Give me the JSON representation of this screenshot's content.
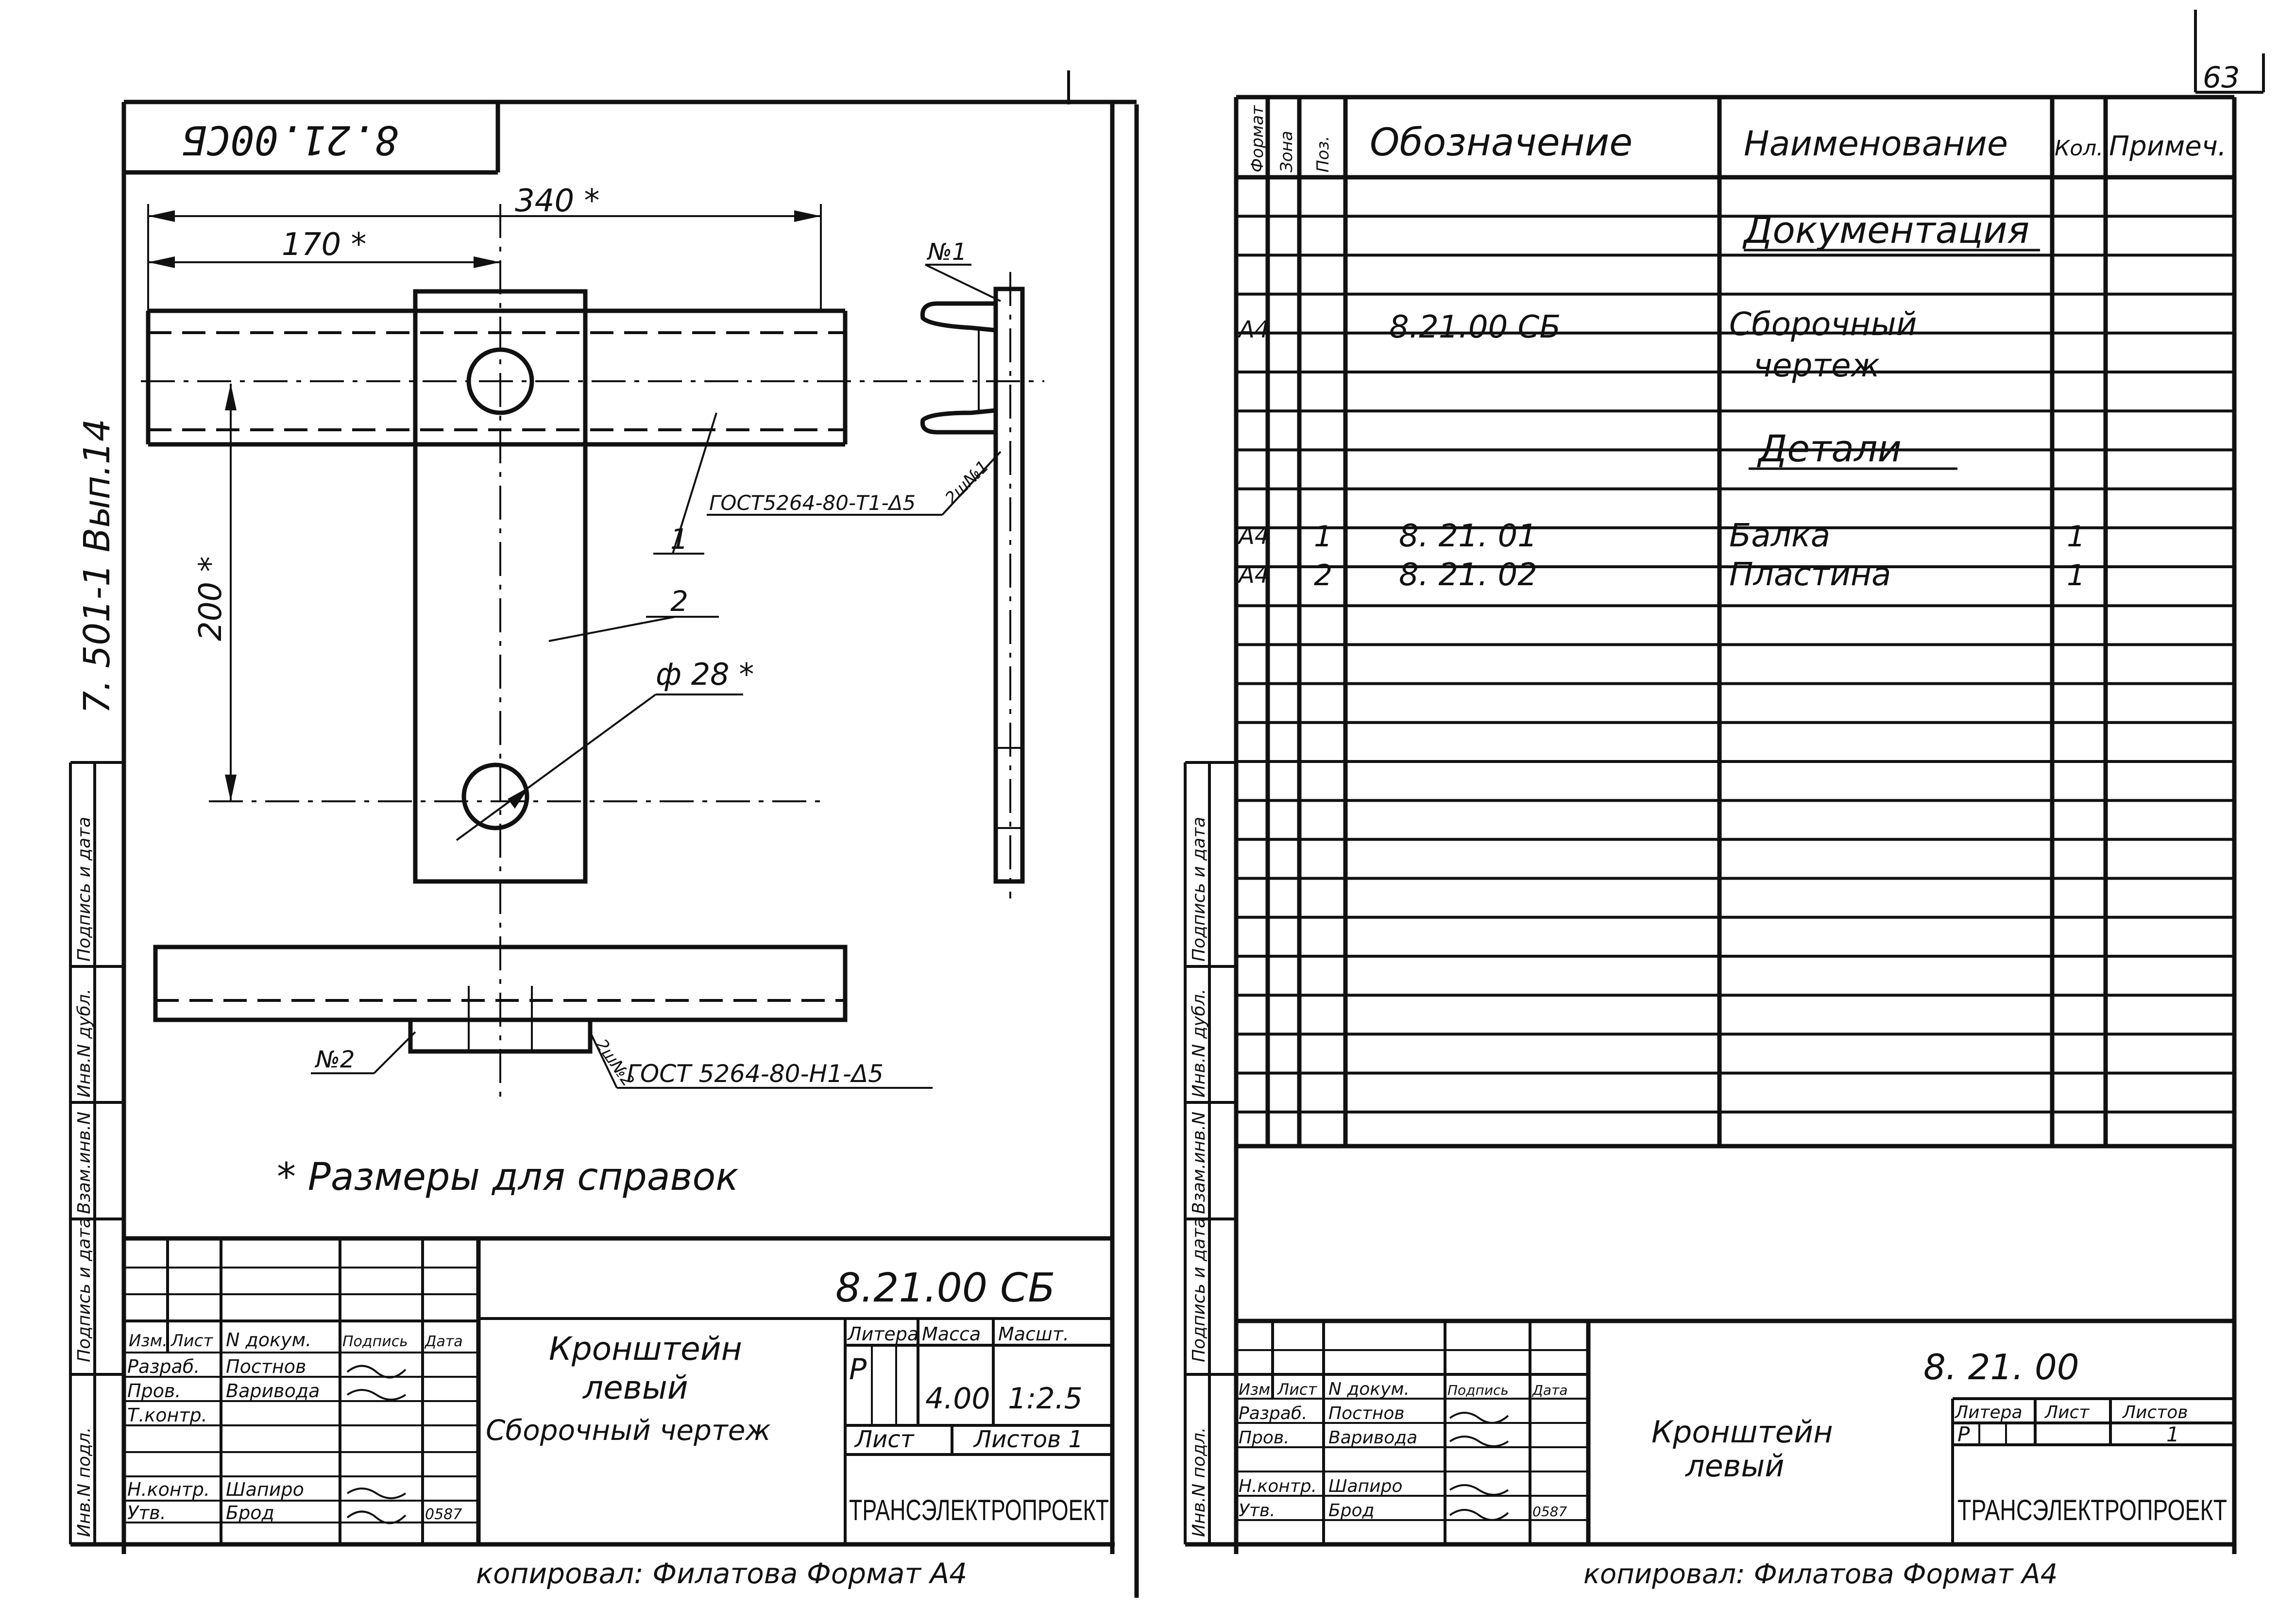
{
  "page_number": "63",
  "left_sheet": {
    "stamp_code": "8.21.00СБ",
    "side_series": "7. 501-1 Вып.14",
    "side_labels": [
      "Инв.N подл.",
      "Подпись и дата",
      "Взам.инв.N",
      "Инв.N дубл.",
      "Подпись и дата"
    ],
    "dimensions": {
      "overall_length": "340 *",
      "half_length": "170 *",
      "hole_spacing": "200 *",
      "hole_diameter": "ф 28 *"
    },
    "leaders": {
      "pos1": "1",
      "pos2": "2",
      "weld1_mark": "№1",
      "weld1_spec": "ГОСТ5264-80-Т1-Δ5",
      "weld1_extra": "2ш№1",
      "weld2_mark": "№2",
      "weld2_prefix": "2ш№2",
      "weld2_spec": "ГОСТ 5264-80-Н1-Δ5"
    },
    "reference_note": "* Размеры для справок",
    "title_block": {
      "designation": "8.21.00 СБ",
      "title_line1": "Кронштейн",
      "title_line2": "левый",
      "title_line3": "Сборочный чертеж",
      "head_izm": "Изм.",
      "head_list": "Лист",
      "head_ndoc": "N докум.",
      "head_sign": "Подпись",
      "head_date": "Дата",
      "roles": [
        "Разраб.",
        "Пров.",
        "Т.контр.",
        "",
        "Н.контр.",
        "Утв."
      ],
      "names": [
        "Постнов",
        "Варивода",
        "",
        "",
        "Шапиро",
        "Брод"
      ],
      "date_value": "0587",
      "head_litera": "Литера",
      "head_mass": "Масса",
      "head_scale": "Масшт.",
      "litera_value": "Р",
      "mass_value": "4.00",
      "scale_value": "1:2.5",
      "sheet_label": "Лист",
      "sheets_label": "Листов 1",
      "company": "ТРАНСЭЛЕКТРОПРОЕКТ"
    },
    "bottom_text": "копировал: Филатова  Формат А4"
  },
  "right_sheet": {
    "headers": {
      "format": "Формат",
      "zone": "Зона",
      "pos": "Поз.",
      "designation": "Обозначение",
      "name": "Наименование",
      "qty": "Кол.",
      "note": "Примеч."
    },
    "sections": {
      "documentation": "Документация",
      "details": "Детали"
    },
    "rows": [
      {
        "format": "А4",
        "pos": "",
        "designation": "8.21.00 СБ",
        "name": "Сборочный",
        "qty": ""
      },
      {
        "format": "",
        "pos": "",
        "designation": "",
        "name": "чертеж",
        "qty": ""
      },
      {
        "format": "А4",
        "pos": "1",
        "designation": "8. 21. 01",
        "name": "Балка",
        "qty": "1"
      },
      {
        "format": "А4",
        "pos": "2",
        "designation": "8. 21. 02",
        "name": "Пластина",
        "qty": "1"
      }
    ],
    "side_labels": [
      "Инв.N подл.",
      "Подпись и дата",
      "Взам.инв.N",
      "Инв.N дубл.",
      "Подпись и дата"
    ],
    "title_block": {
      "designation": "8. 21. 00",
      "title_line1": "Кронштейн",
      "title_line2": "левый",
      "head_izm": "Изм.",
      "head_list": "Лист",
      "head_ndoc": "N докум.",
      "head_sign": "Подпись",
      "head_date": "Дата",
      "roles": [
        "Разраб.",
        "Пров.",
        "",
        "Н.контр.",
        "Утв."
      ],
      "names": [
        "Постнов",
        "Варивода",
        "",
        "Шапиро",
        "Брод"
      ],
      "date_value": "0587",
      "head_litera": "Литера",
      "head_list_label": "Лист",
      "head_sheets": "Листов",
      "litera_value": "Р",
      "sheets_value": "1",
      "company": "ТРАНСЭЛЕКТРОПРОЕКТ"
    },
    "bottom_text": "копировал: Филатова  Формат А4"
  }
}
